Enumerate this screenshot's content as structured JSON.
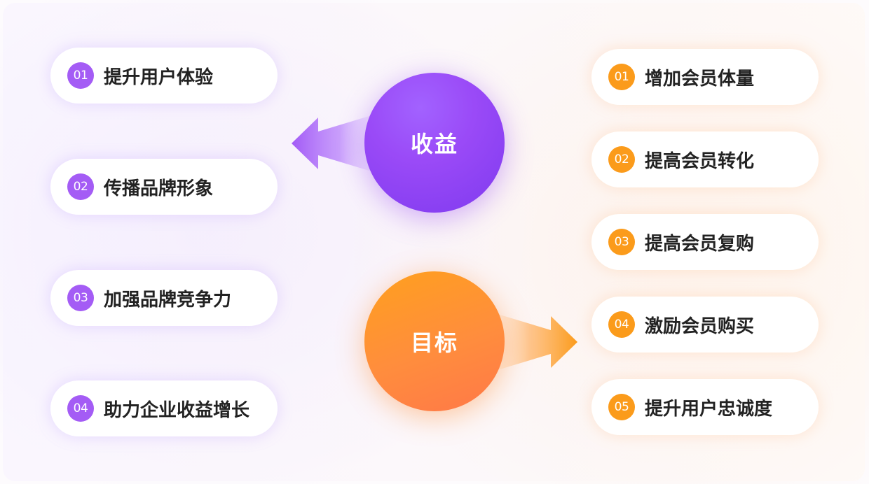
{
  "colors": {
    "purple_accent": "#a45cf5",
    "orange_accent": "#fb9b1b",
    "revenue_circle": "#9a4af7",
    "goal_circle": "#ff8d3d"
  },
  "center": {
    "revenue": "收益",
    "goal": "目标"
  },
  "revenue_items": [
    {
      "num": "01",
      "text": "提升用户体验"
    },
    {
      "num": "02",
      "text": "传播品牌形象"
    },
    {
      "num": "03",
      "text": "加强品牌竞争力"
    },
    {
      "num": "04",
      "text": "助力企业收益增长"
    }
  ],
  "goal_items": [
    {
      "num": "01",
      "text": "增加会员体量"
    },
    {
      "num": "02",
      "text": "提高会员转化"
    },
    {
      "num": "03",
      "text": "提高会员复购"
    },
    {
      "num": "04",
      "text": "激励会员购买"
    },
    {
      "num": "05",
      "text": "提升用户忠诚度"
    }
  ]
}
